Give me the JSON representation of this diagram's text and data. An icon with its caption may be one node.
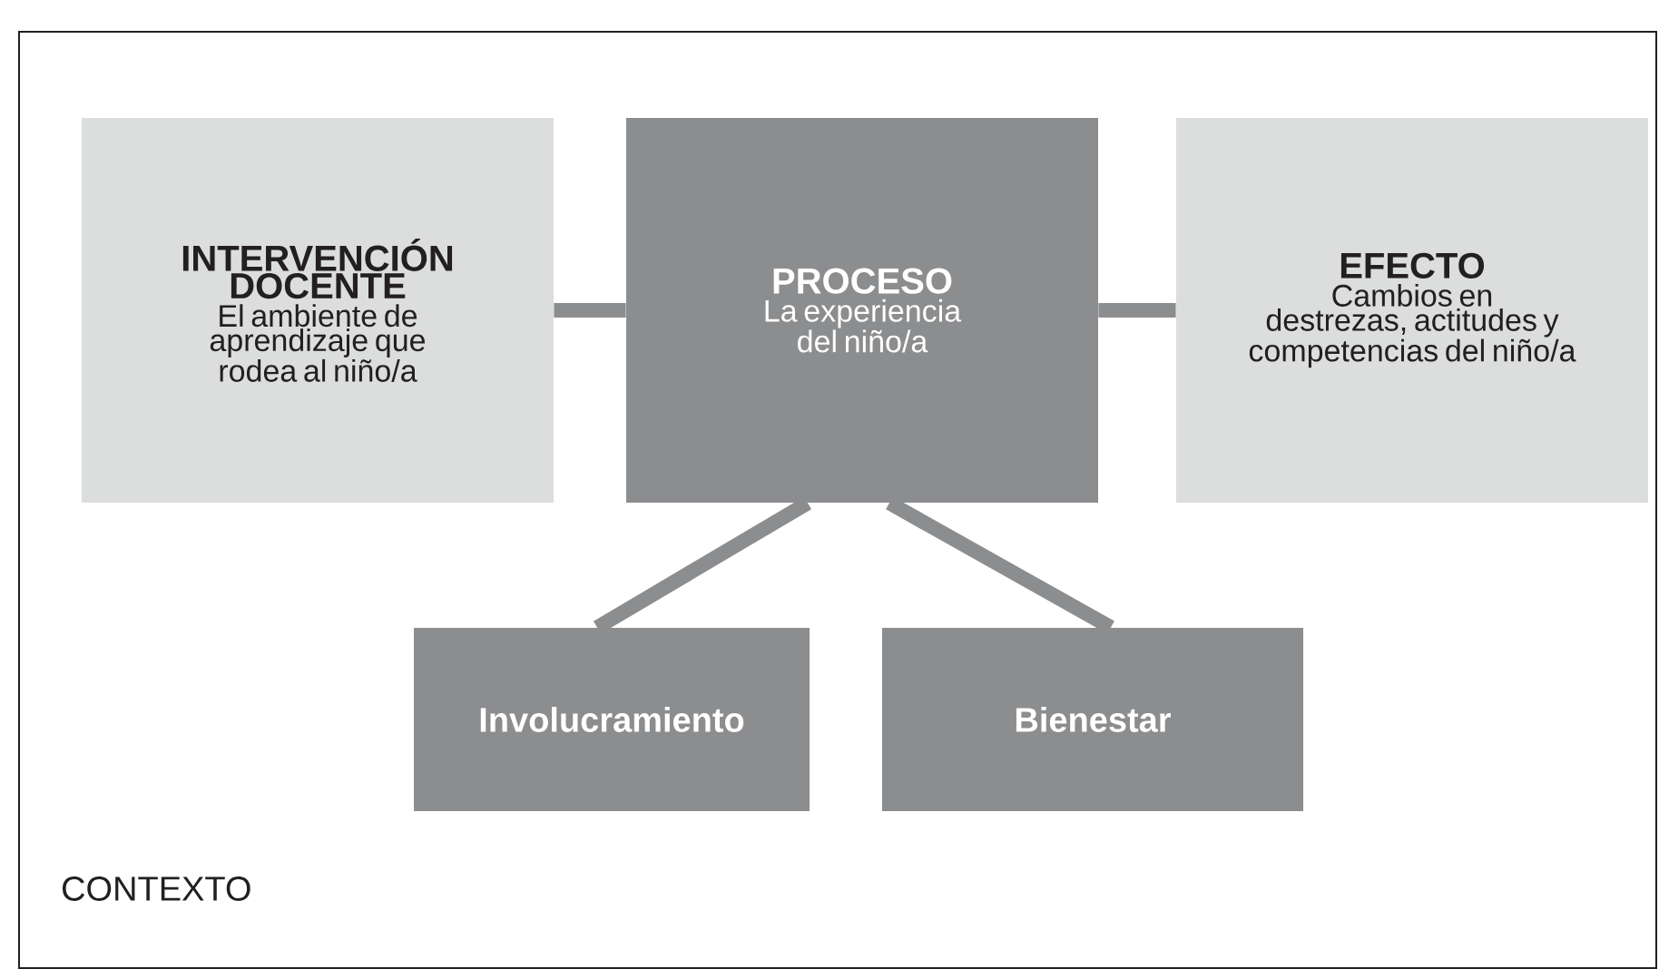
{
  "diagram": {
    "nodes": [
      {
        "text": [
          "CONTEXTO"
        ]
      },
      {
        "text": [
          "INTERVENCIÓN DOCENTE",
          "El ambiente de aprendizaje que rodea al niño/a"
        ],
        "in": 0
      },
      {
        "text": [
          "PROCESO",
          "La experiencia del niño/a"
        ],
        "in": 0
      },
      {
        "text": [
          "EFECTO",
          "Cambios en destrezas, actitudes y competencias del niño/a"
        ],
        "in": 0
      },
      {
        "text": [
          "Involucramiento"
        ],
        "in": 0
      },
      {
        "text": [
          "Bienestar"
        ],
        "in": 0
      }
    ],
    "edges": [
      {
        "from": 1,
        "to": 2,
        "arrow": "none"
      },
      {
        "from": 2,
        "to": 3,
        "arrow": "none"
      },
      {
        "from": 2,
        "to": 4,
        "arrow": "none"
      },
      {
        "from": 2,
        "to": 5,
        "arrow": "none"
      }
    ]
  }
}
